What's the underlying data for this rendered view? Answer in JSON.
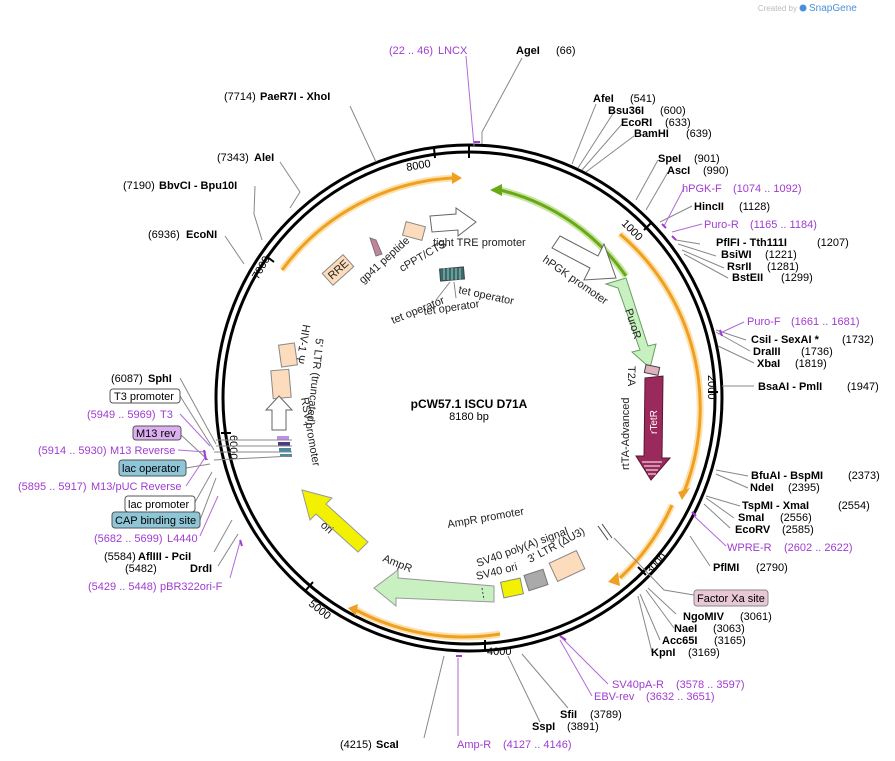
{
  "branding": {
    "created_by": "Created by",
    "app": "SnapGene"
  },
  "plasmid": {
    "name": "pCW57.1 ISCU  D71A",
    "size": "8180 bp"
  },
  "ticks": [
    "1000",
    "2000",
    "3000",
    "4000",
    "5000",
    "6000",
    "7000",
    "8000"
  ],
  "sites": [
    {
      "name": "AgeI",
      "pos": "(66)"
    },
    {
      "name": "AfeI",
      "pos": "(541)"
    },
    {
      "name": "Bsu36I",
      "pos": "(600)"
    },
    {
      "name": "EcoRI",
      "pos": "(633)"
    },
    {
      "name": "BamHI",
      "pos": "(639)"
    },
    {
      "name": "SpeI",
      "pos": "(901)"
    },
    {
      "name": "AscI",
      "pos": "(990)"
    },
    {
      "name": "HincII",
      "pos": "(1128)"
    },
    {
      "name": "PflFI  - Tth111I",
      "pos": "(1207)"
    },
    {
      "name": "BsiWI",
      "pos": "(1221)"
    },
    {
      "name": "RsrII",
      "pos": "(1281)"
    },
    {
      "name": "BstEII",
      "pos": "(1299)"
    },
    {
      "name": "CsiI  - SexAI *",
      "pos": "(1732)"
    },
    {
      "name": "DraIII",
      "pos": "(1736)"
    },
    {
      "name": "XbaI",
      "pos": "(1819)"
    },
    {
      "name": "BsaAI  - PmlI",
      "pos": "(1947)"
    },
    {
      "name": "BfuAI  - BspMI",
      "pos": "(2373)"
    },
    {
      "name": "NdeI",
      "pos": "(2395)"
    },
    {
      "name": "TspMI  - XmaI",
      "pos": "(2554)"
    },
    {
      "name": "SmaI",
      "pos": "(2556)"
    },
    {
      "name": "EcoRV",
      "pos": "(2585)"
    },
    {
      "name": "PflMI",
      "pos": "(2790)"
    },
    {
      "name": "NgoMIV",
      "pos": "(3061)"
    },
    {
      "name": "NaeI",
      "pos": "(3063)"
    },
    {
      "name": "Acc65I",
      "pos": "(3165)"
    },
    {
      "name": "KpnI",
      "pos": "(3169)"
    },
    {
      "name": "SfiI",
      "pos": "(3789)"
    },
    {
      "name": "SspI",
      "pos": "(3891)"
    },
    {
      "name": "ScaI",
      "pos": "(4215)"
    },
    {
      "name": "DrdI",
      "pos": "(5482)"
    },
    {
      "name": "AflIII  - PciI",
      "pos": "(5584)"
    },
    {
      "name": "SphI",
      "pos": "(6087)"
    },
    {
      "name": "EcoNI",
      "pos": "(6936)"
    },
    {
      "name": "BbvCI  - Bpu10I",
      "pos": "(7190)"
    },
    {
      "name": "AleI",
      "pos": "(7343)"
    },
    {
      "name": "PaeR7I  - XhoI",
      "pos": "(7714)"
    }
  ],
  "primers": [
    {
      "name": "LNCX",
      "range": "(22 .. 46)"
    },
    {
      "name": "hPGK-F",
      "range": "(1074 .. 1092)"
    },
    {
      "name": "Puro-R",
      "range": "(1165 .. 1184)"
    },
    {
      "name": "Puro-F",
      "range": "(1661 .. 1681)"
    },
    {
      "name": "WPRE-R",
      "range": "(2602 .. 2622)"
    },
    {
      "name": "SV40pA-R",
      "range": "(3578 .. 3597)"
    },
    {
      "name": "EBV-rev",
      "range": "(3632 .. 3651)"
    },
    {
      "name": "Amp-R",
      "range": "(4127 .. 4146)"
    },
    {
      "name": "pBR322ori-F",
      "range": "(5429 .. 5448)"
    },
    {
      "name": "L4440",
      "range": "(5682 .. 5699)"
    },
    {
      "name": "M13/pUC Reverse",
      "range": "(5895 .. 5917)"
    },
    {
      "name": "M13 Reverse",
      "range": "(5914 .. 5930)"
    },
    {
      "name": "T3",
      "range": "(5949 .. 5969)"
    }
  ],
  "boxed_features": {
    "factor_xa": "Factor Xa site",
    "t3_promoter": "T3 promoter",
    "m13_rev": "M13 rev",
    "lac_operator": "lac operator",
    "lac_promoter": "lac promoter",
    "cap_site": "CAP binding site"
  },
  "features": {
    "rre": "RRE",
    "gp41": "gp41 peptide",
    "cppt": "cPPT/CTS",
    "tre": "tight TRE promoter",
    "tet_op1": "tet operator",
    "tet_op2": "tet operator",
    "tet_op3": "tet operator",
    "hpgk": "hPGK promoter",
    "puror": "PuroR",
    "t2a": "T2A",
    "rtetr": "rTetR",
    "rtta": "rtTA-Advanced",
    "ampr_prom": "AmpR promoter",
    "sv40_polya": "SV40 poly(A) signal",
    "ltr3": "3' LTR (ΔU3)",
    "sv40_ori": "SV40 ori",
    "ampr": "AmpR",
    "ori": "ori",
    "hiv_psi": "HIV-1 Ψ",
    "ltr5": "5' LTR (truncated)",
    "rsv": "RSV promoter"
  },
  "colors": {
    "backbone": "#000000",
    "orange_arc": "#f0a020",
    "green_arc": "#6aa818",
    "puror": "#c8f0c0",
    "rtetr": "#9a2a5c",
    "ori": "#f2f200",
    "feature_peach": "#fcdcbc",
    "primer": "#a03cd0",
    "lac_box": "#8ec6d8",
    "m13_box": "#dcb0f0",
    "factor_box": "#e8c8d4"
  }
}
